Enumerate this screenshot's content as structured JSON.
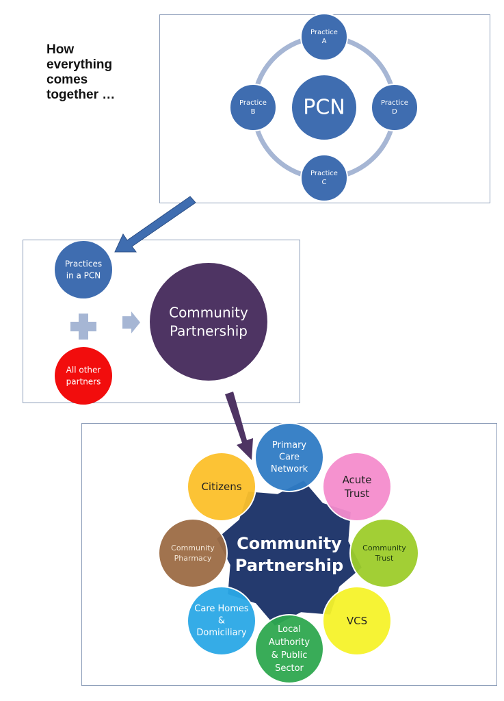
{
  "heading": "How\neverything\ncomes\ntogether …",
  "panel1": {
    "center": "PCN",
    "practices": [
      {
        "line1": "Practice",
        "line2": "A",
        "position": "top"
      },
      {
        "line1": "Practice",
        "line2": "B",
        "position": "left"
      },
      {
        "line1": "Practice",
        "line2": "D",
        "position": "right"
      },
      {
        "line1": "Practice",
        "line2": "C",
        "position": "bottom"
      }
    ],
    "colors": {
      "node": "#3f6db0",
      "ring": "#a6b6d4"
    }
  },
  "panel2": {
    "practices": {
      "line1": "Practices",
      "line2": "in a PCN",
      "color": "#3f6db0"
    },
    "partners": {
      "line1": "All other",
      "line2": "partners",
      "color": "#f20d0d"
    },
    "result": {
      "line1": "Community",
      "line2": "Partnership",
      "color": "#4e3463"
    },
    "plus_color": "#a6b6d4",
    "arrow_color": "#a6b6d4"
  },
  "panel3": {
    "center": {
      "line1": "Community",
      "line2": "Partnership",
      "color": "#243a6e"
    },
    "members": [
      {
        "lines": [
          "Primary",
          "Care",
          "Network"
        ],
        "color": "#2f7bc4",
        "text_color": "#ffffff"
      },
      {
        "lines": [
          "Acute",
          "Trust"
        ],
        "color": "#f48ccc",
        "text_color": "#222222"
      },
      {
        "lines": [
          "Community",
          "Trust"
        ],
        "color": "#9dcc2a",
        "text_color": "#1f3a10"
      },
      {
        "lines": [
          "VCS"
        ],
        "color": "#f6f22a",
        "text_color": "#222222"
      },
      {
        "lines": [
          "Local",
          "Authority",
          "& Public",
          "Sector"
        ],
        "color": "#2ea84f",
        "text_color": "#ffffff"
      },
      {
        "lines": [
          "Care Homes",
          "&",
          "Domiciliary"
        ],
        "color": "#2aa8e6",
        "text_color": "#ffffff"
      },
      {
        "lines": [
          "Community",
          "Pharmacy"
        ],
        "color": "#9c6b45",
        "text_color": "#f3e6d6"
      },
      {
        "lines": [
          "Citizens"
        ],
        "color": "#fcc02a",
        "text_color": "#222222"
      }
    ]
  },
  "arrows": {
    "first_color": "#3f6db0",
    "second_color": "#4e3463"
  }
}
